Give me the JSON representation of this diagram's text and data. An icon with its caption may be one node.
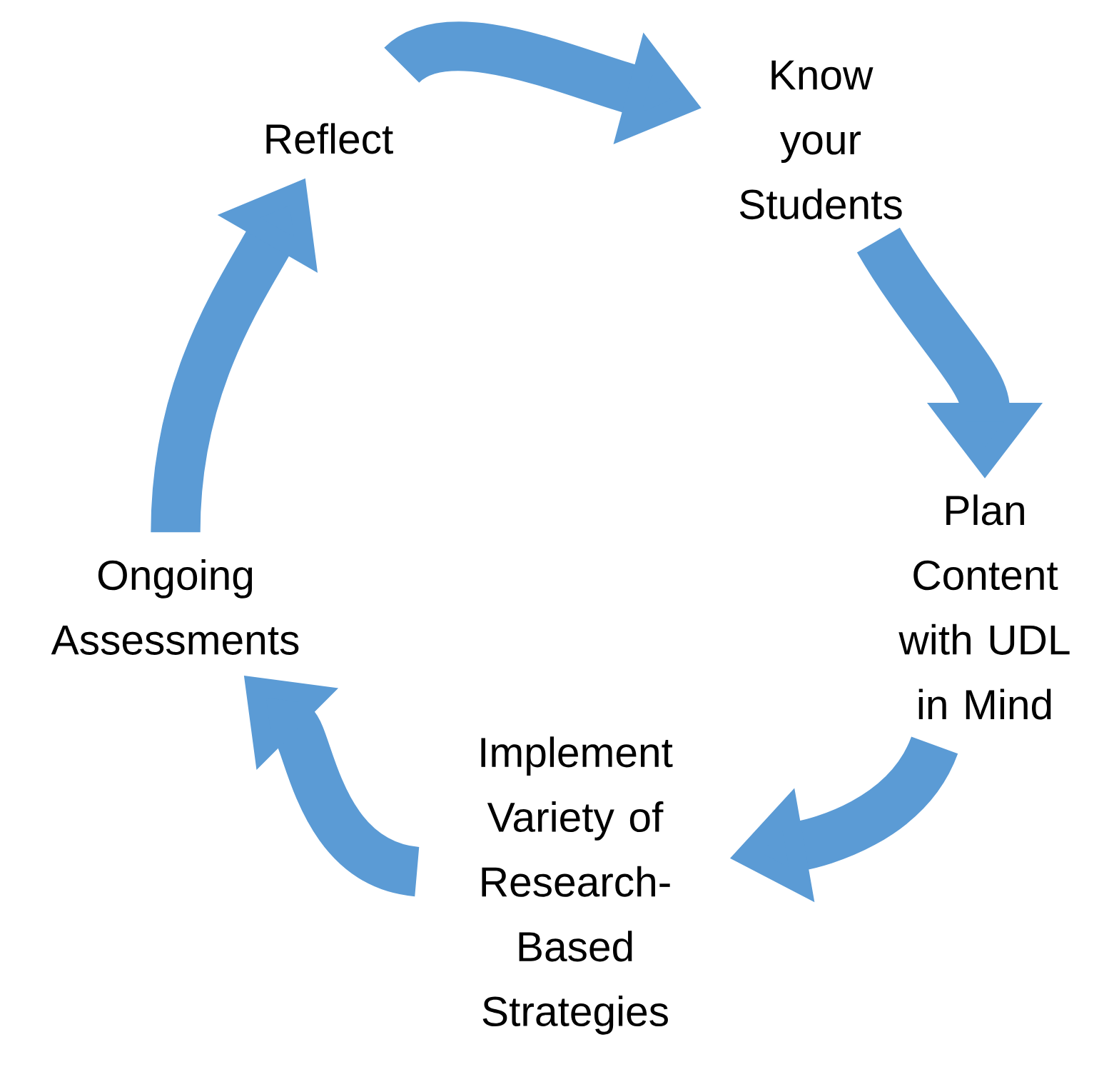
{
  "diagram": {
    "nodes": [
      {
        "text": [
          "Reflect"
        ]
      },
      {
        "text": [
          "Know your Students"
        ]
      },
      {
        "text": [
          "Plan Content with UDL in Mind"
        ]
      },
      {
        "text": [
          "Implement Variety of Research-Based Strategies"
        ]
      },
      {
        "text": [
          "Ongoing Assessments"
        ]
      }
    ],
    "edges": [
      {
        "from": 0,
        "to": 1,
        "arrow": "to"
      },
      {
        "from": 1,
        "to": 2,
        "arrow": "to"
      },
      {
        "from": 2,
        "to": 3,
        "arrow": "to"
      },
      {
        "from": 3,
        "to": 4,
        "arrow": "to"
      },
      {
        "from": 4,
        "to": 0,
        "arrow": "to"
      }
    ]
  }
}
